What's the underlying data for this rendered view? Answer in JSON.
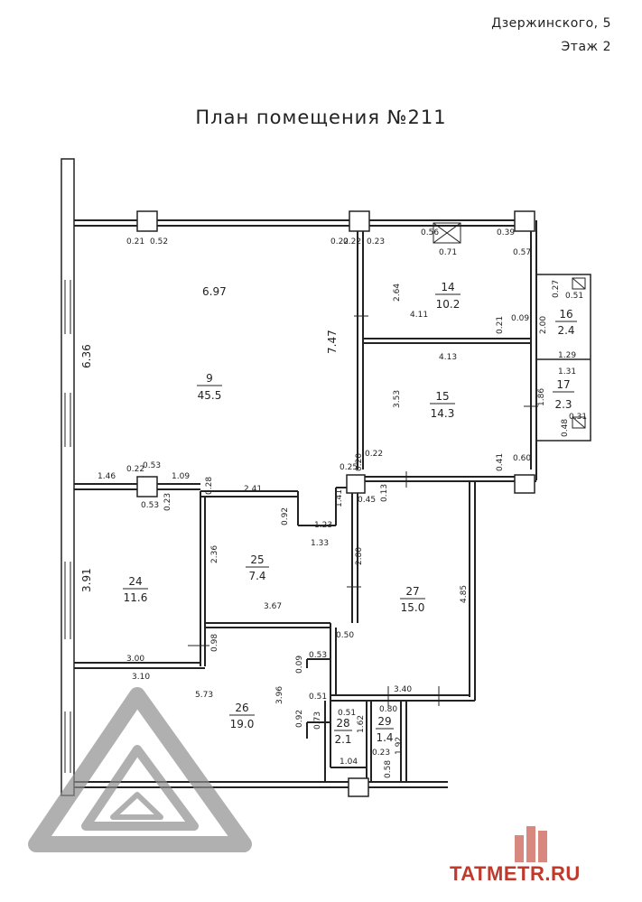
{
  "header": {
    "address": "Дзержинского, 5",
    "floor": "Этаж 2"
  },
  "title": "План помещения №211",
  "rooms": [
    {
      "number": "9",
      "area": "45.5"
    },
    {
      "number": "14",
      "area": "10.2"
    },
    {
      "number": "15",
      "area": "14.3"
    },
    {
      "number": "16",
      "area": "2.4"
    },
    {
      "number": "17",
      "area": "2.3"
    },
    {
      "number": "24",
      "area": "11.6"
    },
    {
      "number": "25",
      "area": "7.4"
    },
    {
      "number": "26",
      "area": "19.0"
    },
    {
      "number": "27",
      "area": "15.0"
    },
    {
      "number": "28",
      "area": "2.1"
    },
    {
      "number": "29",
      "area": "1.4"
    }
  ],
  "dimensions": [
    "0.21",
    "0.52",
    "0.22",
    "0.22",
    "0.23",
    "0.56",
    "0.71",
    "0.39",
    "0.57",
    "6.97",
    "6.36",
    "7.47",
    "2.64",
    "4.11",
    "0.21",
    "0.09",
    "2.00",
    "0.27",
    "0.51",
    "1.29",
    "1.31",
    "4.13",
    "3.53",
    "1.86",
    "0.31",
    "0.48",
    "0.22",
    "0.41",
    "0.60",
    "0.25",
    "0.20",
    "1.46",
    "0.22",
    "0.53",
    "1.09",
    "0.53",
    "0.23",
    "0.28",
    "2.41",
    "1.41",
    "0.45",
    "0.13",
    "0.92",
    "1.23",
    "1.33",
    "2.36",
    "2.80",
    "3.91",
    "3.67",
    "4.85",
    "0.98",
    "0.50",
    "3.00",
    "0.53",
    "0.09",
    "3.10",
    "5.73",
    "3.96",
    "0.51",
    "3.40",
    "0.80",
    "0.51",
    "0.92",
    "0.73",
    "1.62",
    "0.23",
    "1.92",
    "1.04",
    "0.58"
  ],
  "watermark": {
    "text": "TATMETR.RU"
  }
}
